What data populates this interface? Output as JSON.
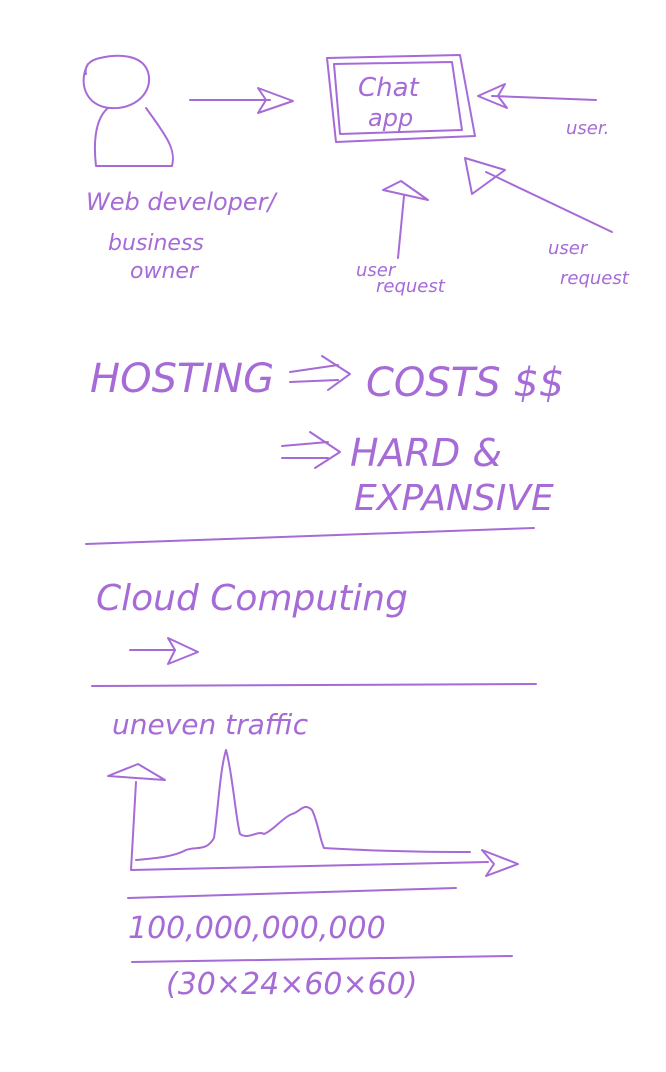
{
  "colors": {
    "ink": "#a66bd6",
    "background": "#ffffff"
  },
  "diagram": {
    "user_figure": {
      "icon": "person-icon",
      "label_line1": "Web developer/",
      "label_line2": "business",
      "label_line3": "owner"
    },
    "app_box": {
      "label_line1": "Chat",
      "label_line2": "app"
    },
    "side_user": "user.",
    "user_request_1_line1": "user",
    "user_request_1_line2": "request",
    "user_request_2_line1": "user",
    "user_request_2_line2": "request"
  },
  "notes": {
    "hosting_line": "HOSTING",
    "costs": "COSTS $$",
    "hard": "HARD &",
    "expensive": "EXPANSIVE"
  },
  "cloud": {
    "title": "Cloud Computing"
  },
  "traffic": {
    "title": "uneven traffic",
    "icon": "spike-graph-icon",
    "big_number": "100,000,000,000",
    "formula": "(30×24×60×60)"
  }
}
